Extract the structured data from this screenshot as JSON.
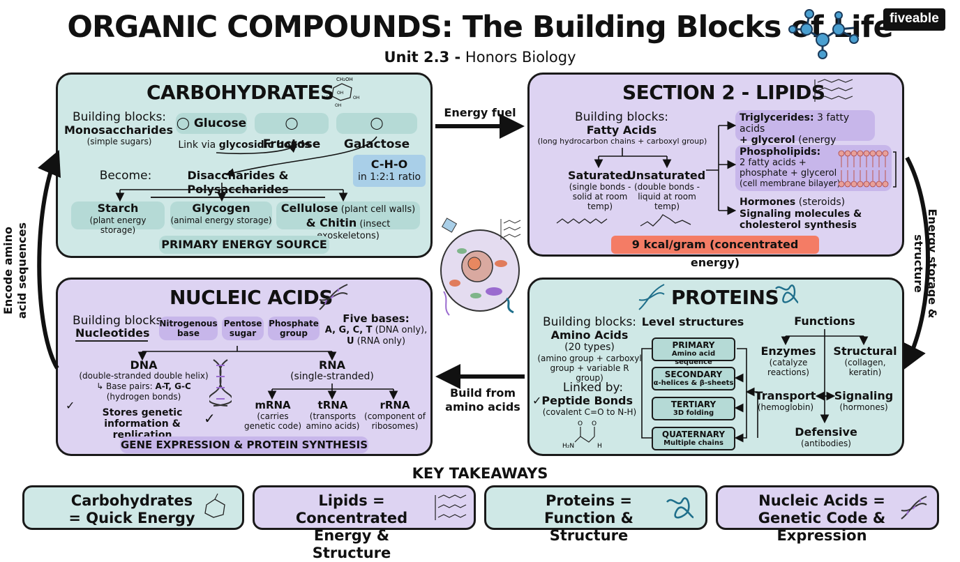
{
  "header": {
    "title": "ORGANIC COMPOUNDS: The Building Blocks of Life",
    "subtitle_bold": "Unit 2.3 -",
    "subtitle_rest": " Honors Biology",
    "logo": "fiveable"
  },
  "carbs": {
    "title": "CARBOHYDRATES",
    "bb_label": "Building blocks:",
    "bb_name": "Monosaccharides",
    "bb_note": "(simple sugars)",
    "sugars": [
      "Glucose",
      "Fructose",
      "Galactose"
    ],
    "link_text_pre": "Link via ",
    "link_text_bold": "glycosidic bonds",
    "become_label": "Become:",
    "become_value": "Disaccharides & Polysaccharides",
    "ratio_title": "C-H-O",
    "ratio_text": "in 1:2:1 ratio",
    "starch": "Starch",
    "starch_note": "(plant energy storage)",
    "glycogen": "Glycogen",
    "glycogen_note": "(animal energy storage)",
    "cellulose": "Cellulose",
    "cellulose_note": "(plant cell walls)",
    "chitin": "& Chitin",
    "chitin_note": "(insect exoskeletons)",
    "footer": "PRIMARY ENERGY SOURCE",
    "glucose_label": "CH₂OH",
    "glucose_ho": "HO",
    "glucose_oh1": "OH",
    "glucose_oh2": "OH",
    "glucose_oh3": "OH"
  },
  "lipids": {
    "title": "SECTION 2 - LIPIDS",
    "bb_label": "Building blocks:",
    "bb_name": "Fatty Acids",
    "bb_note": "(long hydrocarbon chains + carboxyl group)",
    "saturated": "Saturated",
    "saturated_note": "(single bonds - solid at room temp)",
    "unsaturated": "Unsaturated",
    "unsaturated_note": "(double bonds - liquid at room temp)",
    "trig_bold": "Triglycerides:",
    "trig_rest": " 3 fatty acids",
    "trig_bold2": "+ glycerol",
    "trig_rest2": " (energy storage)",
    "phos_bold": "Phospholipids:",
    "phos_l1": "2 fatty acids +",
    "phos_l2": "phosphate + glycerol",
    "phos_l3": "(cell membrane bilayer)",
    "horm_bold": "Hormones",
    "horm_rest": " (steroids)",
    "signal": "Signaling molecules & cholesterol synthesis",
    "energy": "9 kcal/gram (concentrated energy)"
  },
  "nucleic": {
    "title": "NUCLEIC ACIDS",
    "bb_label": "Building blocks:",
    "bb_name": "Nucleotides",
    "parts": [
      "Nitrogenous base",
      "Pentose sugar",
      "Phosphate group"
    ],
    "bases_title": "Five bases:",
    "bases_l1_bold": "A, G, C, T",
    "bases_l1_rest": " (DNA only),",
    "bases_l2_bold": "U",
    "bases_l2_rest": " (RNA only)",
    "dna": "DNA",
    "dna_note": "(double-stranded double helix)",
    "dna_pairs_pre": "↳ Base pairs: ",
    "dna_pairs_bold": "A-T, G-C",
    "dna_pairs_note": "(hydrogen bonds)",
    "stores": "Stores genetic information & replication",
    "rna": "RNA",
    "rna_note": "(single-stranded)",
    "mrna": "mRNA",
    "mrna_note": "(carries genetic code)",
    "trna": "tRNA",
    "trna_note": "(transports amino acids)",
    "rrna": "rRNA",
    "rrna_note": "(component of ribosomes)",
    "footer": "GENE EXPRESSION & PROTEIN SYNTHESIS"
  },
  "proteins": {
    "title": "PROTEINS",
    "bb_label": "Building blocks:",
    "bb_name": "Amino Acids",
    "bb_count": "(20 types)",
    "bb_note": "(amino group + carboxyl group + variable R group)",
    "linked_label": "Linked by:",
    "linked_name": "✓Peptide Bonds",
    "linked_note": "(covalent C=O to N-H)",
    "level_title": "Level structures",
    "levels": [
      {
        "name": "PRIMARY",
        "note": "Amino acid sequence"
      },
      {
        "name": "SECONDARY",
        "note": "α-helices & β-sheets"
      },
      {
        "name": "TERTIARY",
        "note": "3D folding"
      },
      {
        "name": "QUATERNARY",
        "note": "Multiple chains"
      }
    ],
    "functions_title": "Functions",
    "enzymes": "Enzymes",
    "enzymes_note": "(catalyze reactions)",
    "structural": "Structural",
    "structural_note": "(collagen, keratin)",
    "transport": "Transport",
    "transport_note": "(hemoglobin)",
    "signaling": "Signaling",
    "signaling_note": "(hormones)",
    "defensive": "Defensive",
    "defensive_note": "(antibodies)",
    "chem_o1": "O",
    "chem_o2": "O",
    "chem_h2n": "H₂N",
    "chem_h": "H"
  },
  "arrows": {
    "energy_fuel": "Energy fuel",
    "energy_storage": "Energy storage & structure",
    "build": "Build from amino acids",
    "encode": "Encode amino acid sequences"
  },
  "takeaways": {
    "title": "KEY TAKEAWAYS",
    "items": [
      "Carbohydrates = Quick Energy",
      "Lipids = Concentrated Energy & Structure",
      "Proteins = Function & Structure",
      "Nucleic Acids = Genetic Code & Expression"
    ]
  },
  "colors": {
    "teal": "#cfe8e6",
    "lavender": "#ddd3f2",
    "energy_badge": "#f47c65"
  }
}
